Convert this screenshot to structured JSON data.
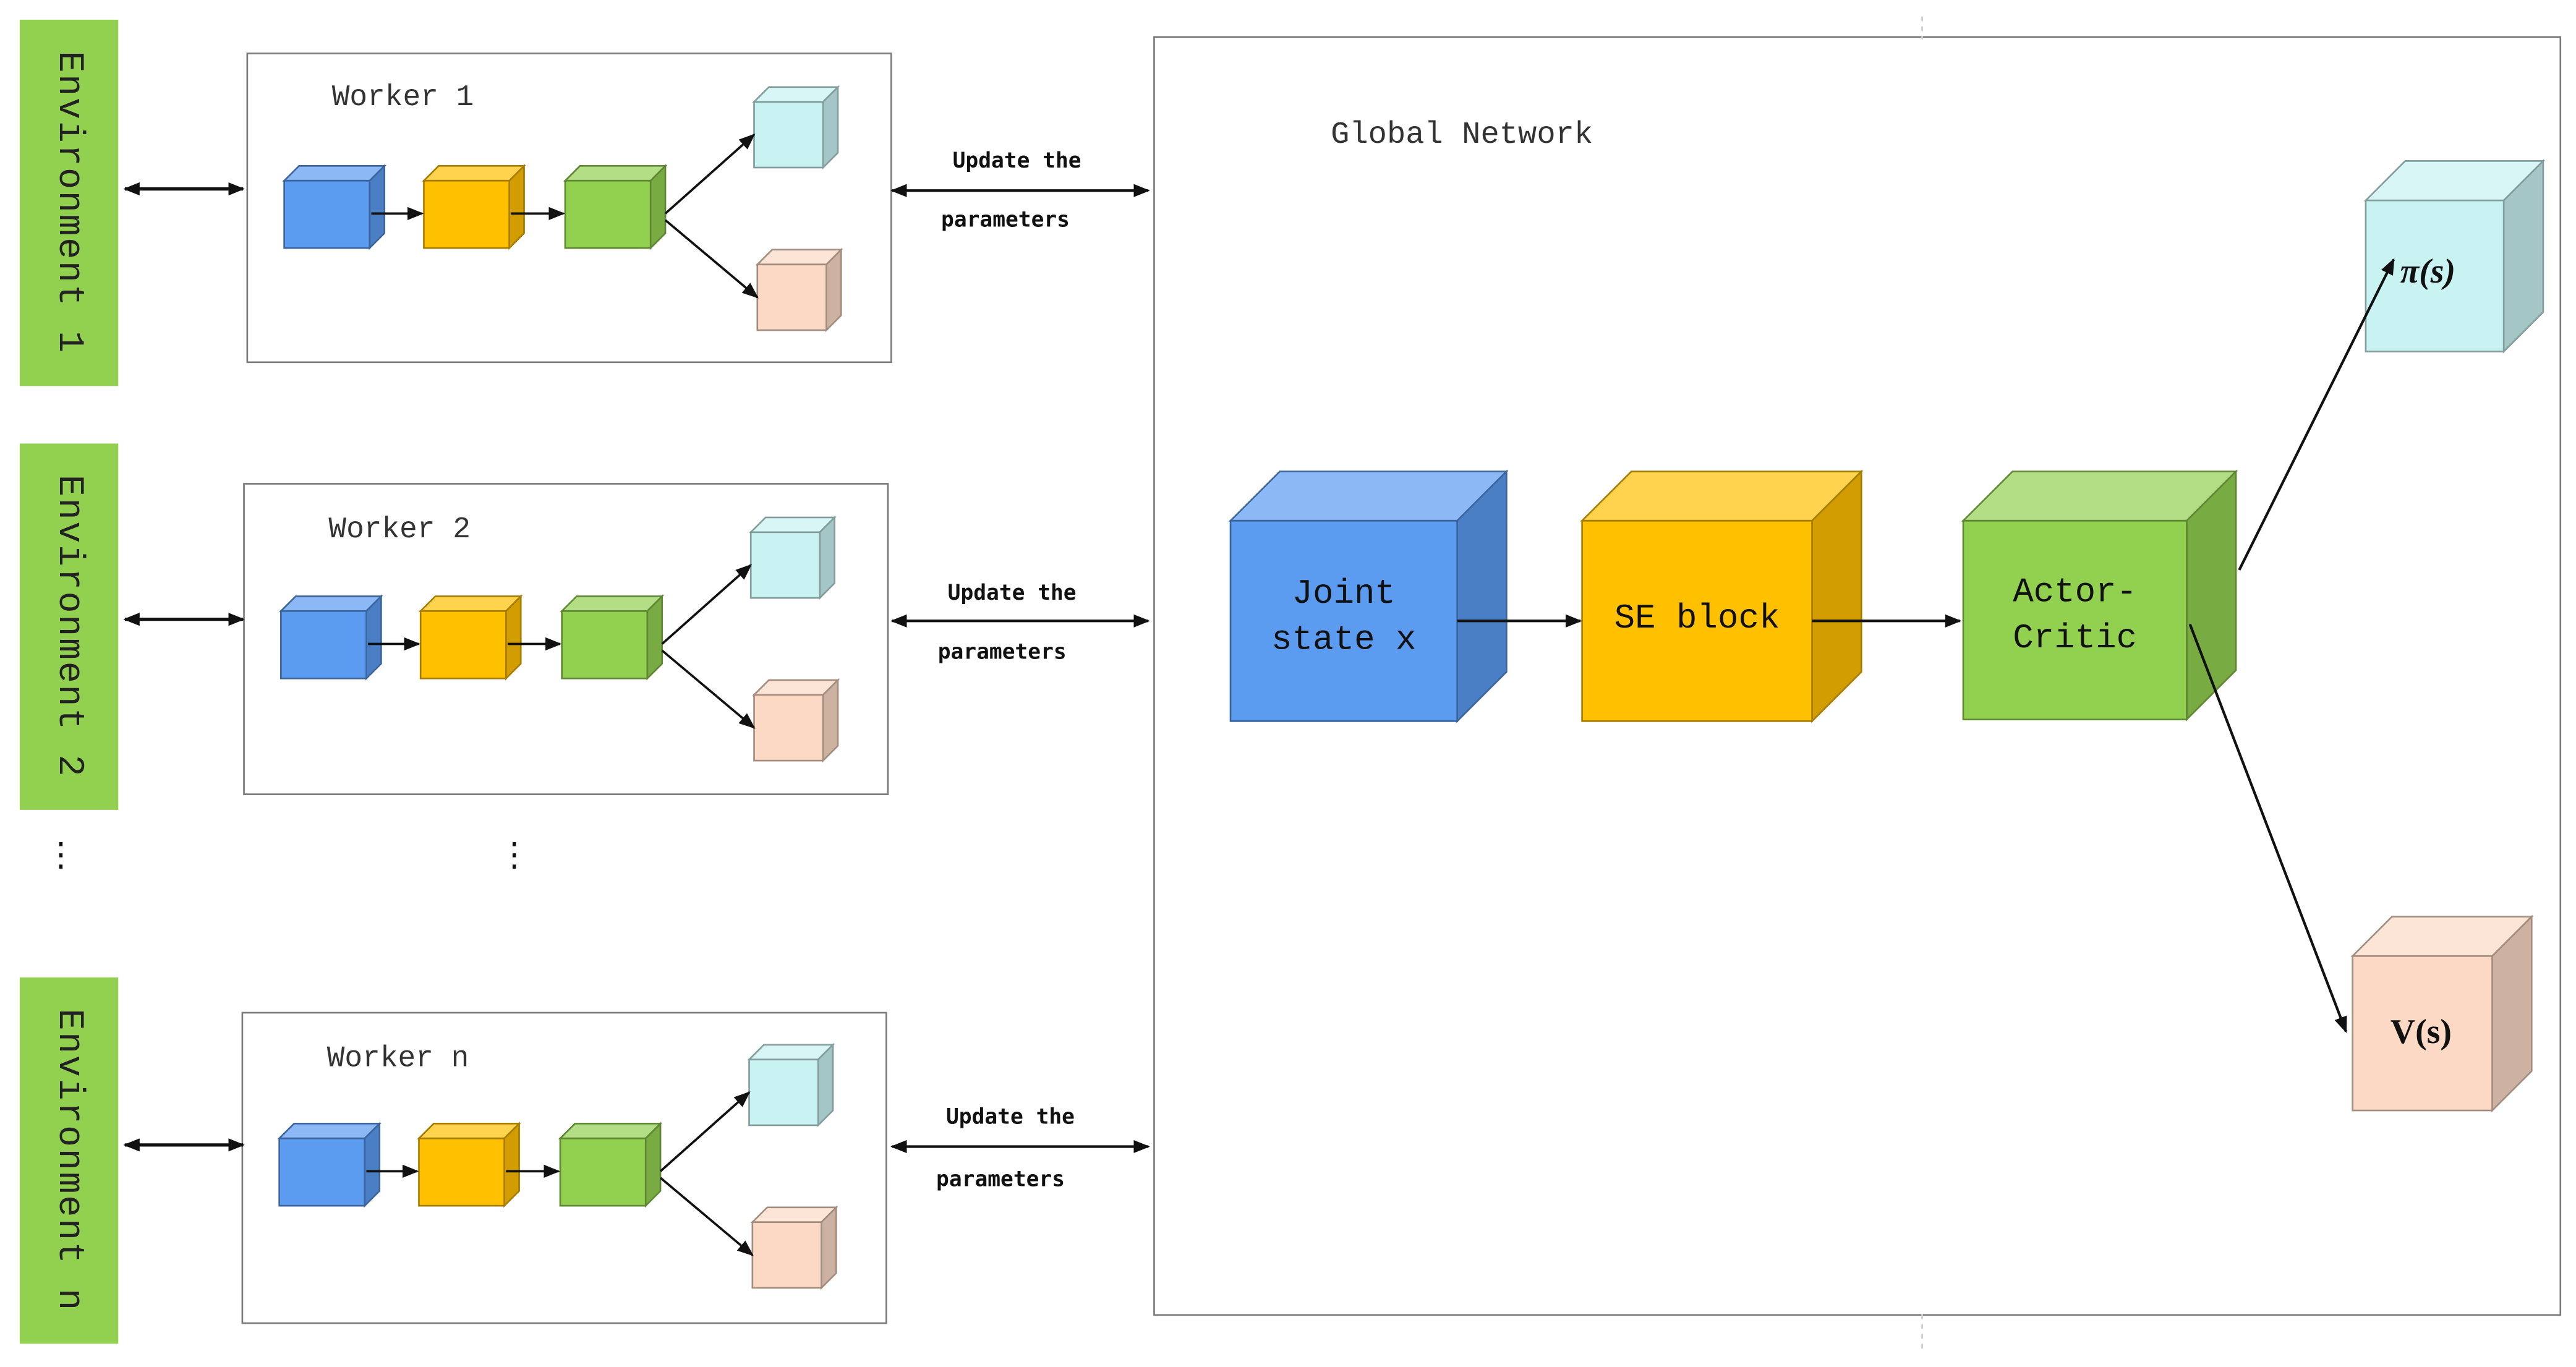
{
  "environments": [
    {
      "label": "Environment 1"
    },
    {
      "label": "Environment 2"
    },
    {
      "label": "Environment n"
    }
  ],
  "workers": [
    {
      "label": "Worker 1"
    },
    {
      "label": "Worker 2"
    },
    {
      "label": "Worker n"
    }
  ],
  "update_link": {
    "line1": "Update the",
    "line2": "parameters"
  },
  "global_network": {
    "title": "Global Network",
    "nodes": {
      "joint_state": {
        "line1": "Joint",
        "line2": "state x"
      },
      "se_block": "SE block",
      "actor_critic": {
        "line1": "Actor-",
        "line2": "Critic"
      },
      "policy_output": "π(s)",
      "value_output": "V(s)"
    }
  },
  "ellipsis": "⋮",
  "colors": {
    "environment_bar": "#92d050",
    "state_cube": "#5b9bf0",
    "se_cube": "#ffc000",
    "actor_critic_cube": "#92d050",
    "policy_cube": "#c9f2f2",
    "value_cube": "#fbd9c4"
  }
}
